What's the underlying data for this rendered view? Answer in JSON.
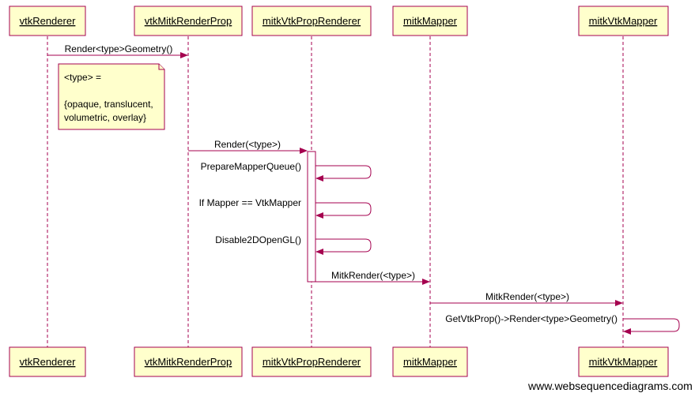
{
  "participants": [
    "vtkRenderer",
    "vtkMitkRenderProp",
    "mitkVtkPropRenderer",
    "mitkMapper",
    "mitkVtkMapper"
  ],
  "messages": [
    {
      "from": "vtkRenderer",
      "to": "vtkMitkRenderProp",
      "label": "Render<type>Geometry()"
    },
    {
      "from": "vtkMitkRenderProp",
      "to": "mitkVtkPropRenderer",
      "label": "Render(<type>)"
    },
    {
      "from": "mitkVtkPropRenderer",
      "to": "mitkVtkPropRenderer",
      "label": "PrepareMapperQueue()"
    },
    {
      "from": "mitkVtkPropRenderer",
      "to": "mitkVtkPropRenderer",
      "label": "If Mapper == VtkMapper"
    },
    {
      "from": "mitkVtkPropRenderer",
      "to": "mitkVtkPropRenderer",
      "label": "Disable2DOpenGL()"
    },
    {
      "from": "mitkVtkPropRenderer",
      "to": "mitkMapper",
      "label": "MitkRender(<type>)"
    },
    {
      "from": "mitkMapper",
      "to": "mitkVtkMapper",
      "label": "MitkRender(<type>)"
    },
    {
      "from": "mitkVtkMapper",
      "to": "mitkVtkMapper",
      "label": "GetVtkProp()->Render<type>Geometry()"
    }
  ],
  "note": {
    "lines": [
      "<type> =",
      "",
      "{opaque, translucent,",
      "volumetric, overlay}"
    ]
  },
  "watermark": "www.websequencediagrams.com",
  "colors": {
    "border": "#a5004f",
    "fill": "#ffffcc"
  }
}
